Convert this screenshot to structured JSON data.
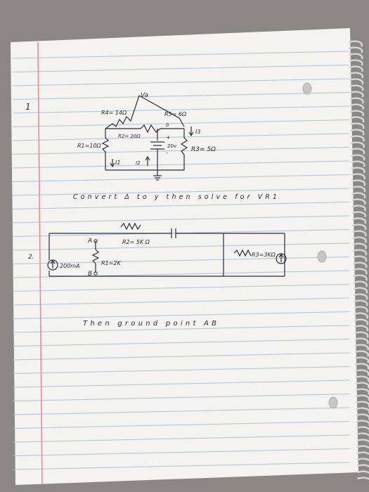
{
  "problem1": {
    "number": "1",
    "labels": {
      "r4": "R4= 14Ω",
      "va": "Va",
      "r5": "R5= 6Ω",
      "r2": "R2= 20Ω",
      "node_b": "b",
      "plus": "+",
      "minus": "-",
      "source": "20v",
      "r1": "R1=10Ω",
      "i1": "I1",
      "i2": "I2",
      "i3": "I3",
      "r3": "R3= 5Ω"
    },
    "instruction": "Convert Δ to y then solve for VR1"
  },
  "problem2": {
    "number": "2.",
    "labels": {
      "node_a": "A",
      "node_b": "B",
      "current_source": "200mA",
      "r2": "R2= 5K Ω",
      "r1": "R1=2K",
      "r3": "R3=3KΩ"
    },
    "instruction": "Then ground point AB"
  },
  "colors": {
    "background": "#8a8784",
    "paper": "#f4f3ef",
    "rule_line": "#a9c2dc",
    "margin_line": "#e58b98",
    "ink": "#2a2a3a"
  }
}
